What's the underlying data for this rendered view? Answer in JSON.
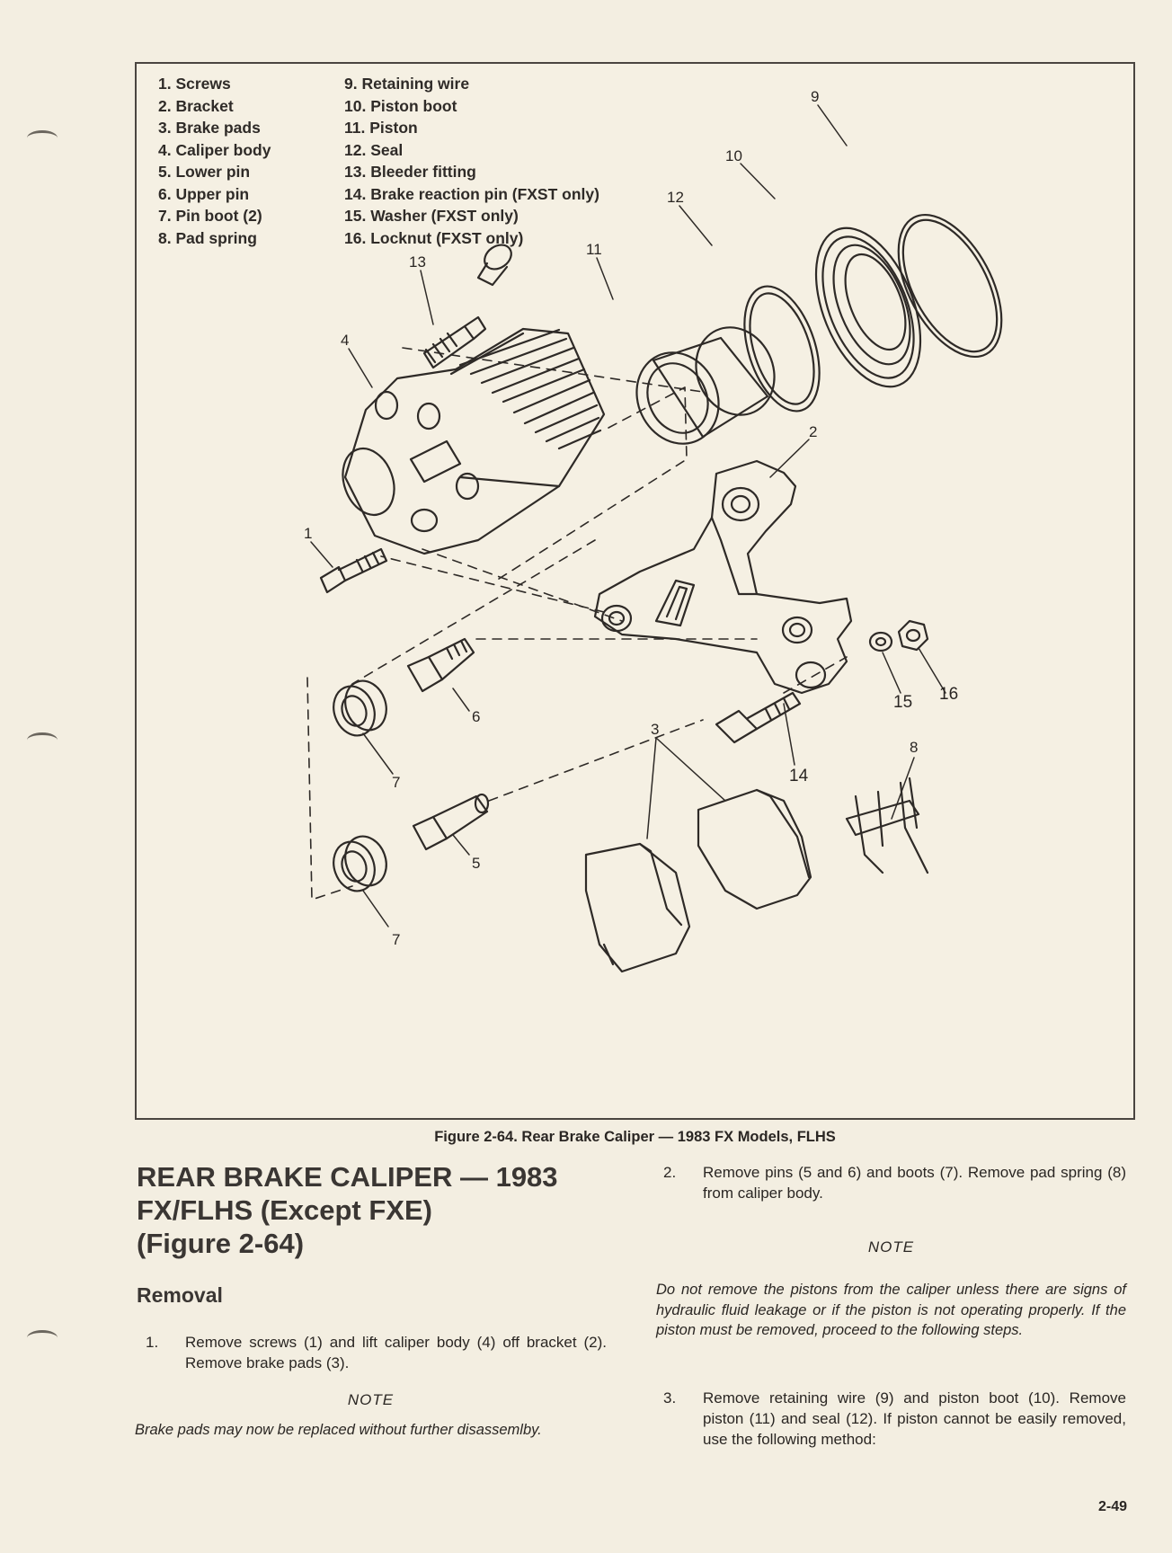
{
  "figure": {
    "legend_left": [
      "1. Screws",
      "2. Bracket",
      "3. Brake pads",
      "4. Caliper body",
      "5. Lower pin",
      "6. Upper pin",
      "7. Pin boot (2)",
      "8. Pad spring"
    ],
    "legend_right": [
      "9. Retaining wire",
      "10. Piston boot",
      "11. Piston",
      "12. Seal",
      "13. Bleeder fitting",
      "14. Brake reaction pin (FXST only)",
      "15. Washer (FXST only)",
      "16. Locknut (FXST only)"
    ],
    "callouts": [
      "9",
      "10",
      "12",
      "11",
      "13",
      "4",
      "2",
      "1",
      "6",
      "7",
      "3",
      "14",
      "15",
      "16",
      "8",
      "5",
      "7"
    ],
    "caption": "Figure 2-64. Rear Brake Caliper — 1983 FX Models, FLHS"
  },
  "section": {
    "title_line1": "REAR BRAKE CALIPER — 1983",
    "title_line2": "FX/FLHS (Except FXE)",
    "title_line3": "(Figure 2-64)",
    "subhead": "Removal"
  },
  "steps": [
    {
      "num": "1.",
      "text": "Remove screws (1) and lift caliper body (4) off bracket (2). Remove brake pads (3)."
    },
    {
      "num": "2.",
      "text": "Remove pins (5 and 6) and boots (7). Remove pad spring (8) from caliper body."
    },
    {
      "num": "3.",
      "text": "Remove retaining wire (9) and piston boot (10). Remove piston (11) and seal (12). If piston cannot be easily removed, use the following method:"
    }
  ],
  "notes": [
    {
      "label": "NOTE",
      "text": "Brake pads may now be replaced without further disassemlby."
    },
    {
      "label": "NOTE",
      "text": "Do not remove the pistons from the caliper unless there are signs of hydraulic fluid leakage or if the piston is not operating properly. If the piston must be removed, proceed to the following steps."
    }
  ],
  "page_number": "2-49"
}
